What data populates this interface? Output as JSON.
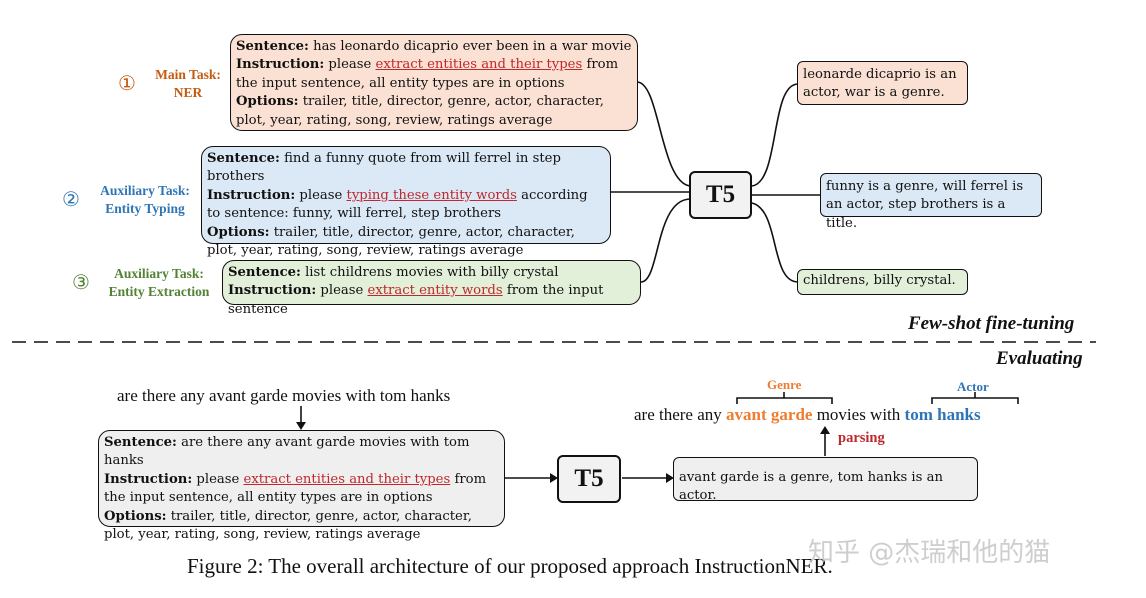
{
  "main_task": {
    "number": "①",
    "label_line1": "Main Task:",
    "label_line2": "NER",
    "color": "#c55a11",
    "sentence_key": "Sentence:",
    "sentence": "has leonardo dicaprio ever been in a war movie",
    "instruction_key": "Instruction:",
    "instruction_pre": "please",
    "instruction_link": "extract entities and their types",
    "instruction_post": "from the input sentence, all entity types are in options",
    "options_key": "Options:",
    "options": "trailer, title, director, genre, actor, character, plot, year, rating, song, review, ratings average",
    "output": "leonarde dicaprio is an actor, war is a genre."
  },
  "aux_typing": {
    "number": "②",
    "label_line1": "Auxiliary Task:",
    "label_line2": "Entity Typing",
    "color": "#2e75b6",
    "sentence_key": "Sentence:",
    "sentence": "find a funny quote from will ferrel in step brothers",
    "instruction_key": "Instruction:",
    "instruction_pre": "please",
    "instruction_link": "typing these entity words",
    "instruction_post": "according to sentence: funny, will ferrel, step brothers",
    "options_key": "Options:",
    "options": "trailer, title, director, genre, actor, character, plot, year, rating, song, review, ratings average",
    "output": "funny is a genre, will ferrel is an actor, step brothers is a title."
  },
  "aux_extraction": {
    "number": "③",
    "label_line1": "Auxiliary Task:",
    "label_line2": "Entity Extraction",
    "color": "#548235",
    "sentence_key": "Sentence:",
    "sentence": "list childrens movies with billy crystal",
    "instruction_key": "Instruction:",
    "instruction_pre": "please",
    "instruction_link": "extract entity words",
    "instruction_post": "from the input sentence",
    "output": "childrens, billy crystal."
  },
  "model_label": "T5",
  "few_shot_label": "Few-shot fine-tuning",
  "evaluating_label": "Evaluating",
  "evaluation": {
    "query": "are there any avant garde movies with tom hanks",
    "sentence_key": "Sentence:",
    "sentence": "are there any avant garde movies with tom hanks",
    "instruction_key": "Instruction:",
    "instruction_pre": "please",
    "instruction_link": "extract entities and their types",
    "instruction_post": "from the input sentence, all entity types are in options",
    "options_key": "Options:",
    "options": "trailer, title, director, genre, actor, character, plot, year, rating, song, review, ratings average",
    "output": "avant garde is a genre, tom hanks is an actor.",
    "parsing_label": "parsing",
    "parsed_pre": "are there any",
    "parsed_genre": "avant garde",
    "parsed_mid": "movies with",
    "parsed_actor": "tom hanks",
    "genre_tag": "Genre",
    "actor_tag": "Actor",
    "genre_color": "#ed7d31",
    "actor_color": "#2e75b6",
    "parsing_color": "#c0282d"
  },
  "caption": "Figure 2: The overall architecture of our proposed approach InstructionNER.",
  "watermark": "知乎 @杰瑞和他的猫"
}
